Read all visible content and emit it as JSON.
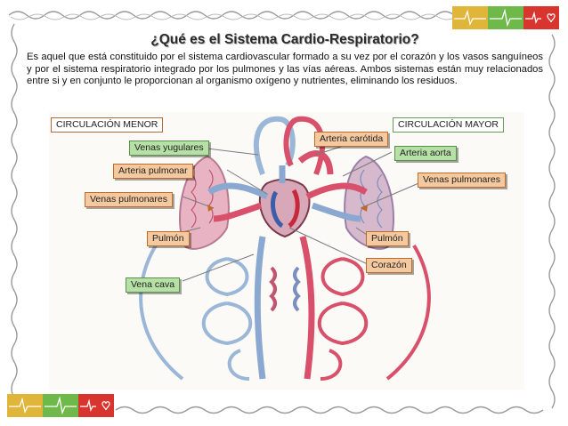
{
  "title": "¿Qué es el Sistema Cardio-Respiratorio?",
  "paragraph": "Es aquel que está constituido por el sistema cardiovascular formado a su vez por el corazón y los vasos sanguíneos y por el sistema respiratorio integrado por los pulmones y las vías aéreas. Ambos sistemas están muy relacionados entre si y en conjunto le proporcionan al organismo oxígeno y nutrientes, eliminando los residuos.",
  "badge_colors": [
    "#e0b63a",
    "#6fb84a",
    "#d9352f"
  ],
  "diagram": {
    "circ_menor": "CIRCULACIÓN MENOR",
    "circ_mayor": "CIRCULACIÓN MAYOR",
    "venas_yugulares": "Venas yugulares",
    "arteria_carotida": "Arteria carótida",
    "arteria_aorta": "Arteria aorta",
    "arteria_pulmonar": "Arteria pulmonar",
    "venas_pulmonares_izq": "Venas pulmonares",
    "venas_pulmonares_der": "Venas pulmonares",
    "pulmon_izq": "Pulmón",
    "pulmon_der": "Pulmón",
    "corazon": "Corazón",
    "vena_cava": "Vena cava"
  }
}
